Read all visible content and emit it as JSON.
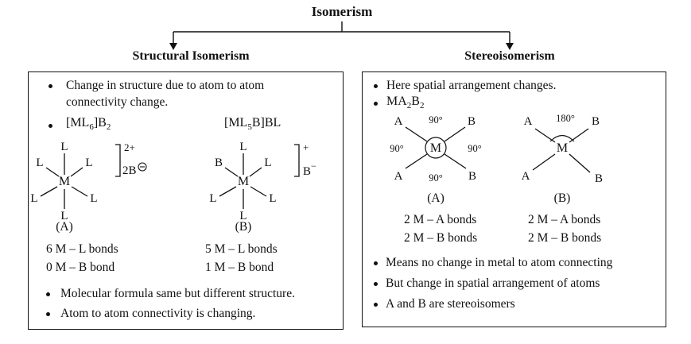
{
  "header": {
    "title": "Isomerism",
    "left_branch": "Structural Isomerism",
    "right_branch": "Stereoisomerism"
  },
  "structural": {
    "bullet1": "Change in structure due to atom to atom connectivity change.",
    "formula_a": {
      "p1": "[ML",
      "s1": "6",
      "p2": "]B",
      "s2": "2"
    },
    "formula_b": {
      "p1": "[ML",
      "s1": "5",
      "p2": "B]BL"
    },
    "complex_a": {
      "top": "L",
      "upper_left": "L",
      "upper_right": "L",
      "center": "M",
      "lower_left": "L",
      "lower_right": "L",
      "bottom": "L",
      "bracket_charge": "2+",
      "counter_ion": "2B",
      "counter_charge_icon": "circled-minus",
      "label": "(A)",
      "bonds1": "6 M – L bonds",
      "bonds2": "0 M – B bond"
    },
    "complex_b": {
      "top": "L",
      "upper_left": "B",
      "upper_right": "L",
      "center": "M",
      "lower_left": "L",
      "lower_right": "L",
      "bottom": "L",
      "bracket_charge": "+",
      "counter_ion": "B",
      "counter_charge": "−",
      "label": "(B)",
      "bonds1": "5 M – L bonds",
      "bonds2": "1 M – B bond"
    },
    "bullet2": "Molecular formula same but different structure.",
    "bullet3": "Atom to atom connectivity is changing."
  },
  "stereo": {
    "bullet1": "Here spatial arrangement changes.",
    "formula": {
      "p1": "MA",
      "s1": "2",
      "p2": "B",
      "s2": "2"
    },
    "cis": {
      "top_left": "A",
      "angle_top": "90°",
      "top_right": "B",
      "angle_left": "90°",
      "center": "M",
      "angle_right": "90°",
      "bottom_left": "A",
      "angle_bottom": "90°",
      "bottom_right": "B",
      "label": "(A)",
      "bonds1": "2 M – A bonds",
      "bonds2": "2 M – B bonds"
    },
    "trans": {
      "top_left": "A",
      "angle_top": "180°",
      "top_right": "B",
      "center": "M",
      "bottom_left": "A",
      "bottom_right": "B",
      "label": "(B)",
      "bonds1": "2 M – A bonds",
      "bonds2": "2 M – B bonds"
    },
    "bullet2": "Means no change in metal to atom connecting",
    "bullet3": "But change in spatial arrangement of atoms",
    "bullet4": "A and B are stereoisomers"
  }
}
